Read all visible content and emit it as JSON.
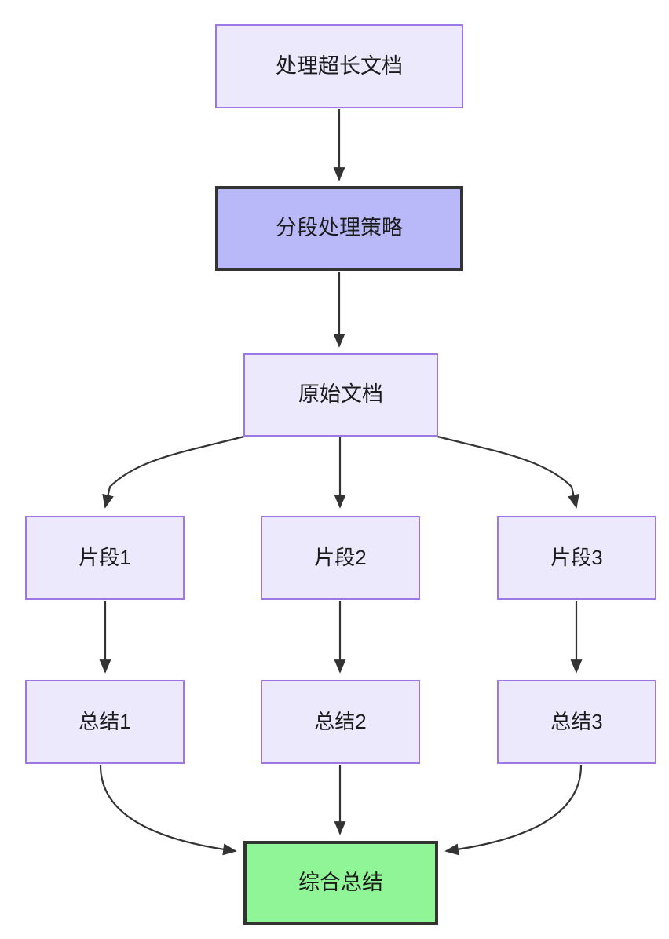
{
  "diagram": {
    "type": "flowchart",
    "direction": "top-down",
    "background_color": "#ffffff",
    "palette": {
      "light_node_fill": "#ece9fd",
      "light_node_border": "#9d77e4",
      "highlight_node_fill": "#b9b8f8",
      "highlight_node_border": "#333333",
      "final_node_fill": "#90f596",
      "final_node_border": "#333333",
      "edge_color": "#333333",
      "text_color": "#1b1b1b"
    },
    "nodes": [
      {
        "id": "doc",
        "label": "处理超长文档",
        "style": "light"
      },
      {
        "id": "strategy",
        "label": "分段处理策略",
        "style": "highlight"
      },
      {
        "id": "source",
        "label": "原始文档",
        "style": "light"
      },
      {
        "id": "chunk1",
        "label": "片段1",
        "style": "light"
      },
      {
        "id": "chunk2",
        "label": "片段2",
        "style": "light"
      },
      {
        "id": "chunk3",
        "label": "片段3",
        "style": "light"
      },
      {
        "id": "summary1",
        "label": "总结1",
        "style": "light"
      },
      {
        "id": "summary2",
        "label": "总结2",
        "style": "light"
      },
      {
        "id": "summary3",
        "label": "总结3",
        "style": "light"
      },
      {
        "id": "final",
        "label": "综合总结",
        "style": "final"
      }
    ],
    "edges": [
      {
        "from": "doc",
        "to": "strategy",
        "shape": "straight"
      },
      {
        "from": "strategy",
        "to": "source",
        "shape": "straight"
      },
      {
        "from": "source",
        "to": "chunk1",
        "shape": "curve-left"
      },
      {
        "from": "source",
        "to": "chunk2",
        "shape": "straight"
      },
      {
        "from": "source",
        "to": "chunk3",
        "shape": "curve-right"
      },
      {
        "from": "chunk1",
        "to": "summary1",
        "shape": "straight"
      },
      {
        "from": "chunk2",
        "to": "summary2",
        "shape": "straight"
      },
      {
        "from": "chunk3",
        "to": "summary3",
        "shape": "straight"
      },
      {
        "from": "summary1",
        "to": "final",
        "shape": "curve-right"
      },
      {
        "from": "summary2",
        "to": "final",
        "shape": "straight"
      },
      {
        "from": "summary3",
        "to": "final",
        "shape": "curve-left"
      }
    ]
  }
}
